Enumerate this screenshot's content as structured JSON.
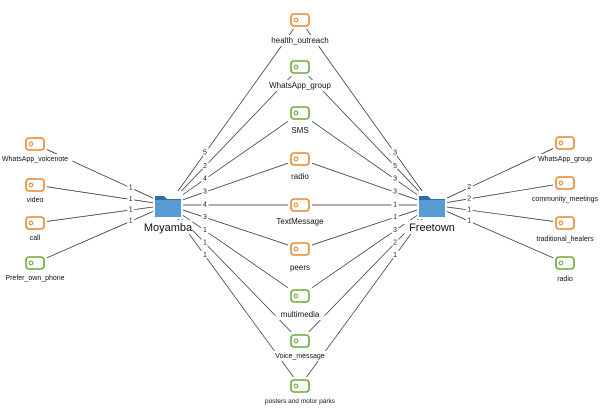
{
  "colors": {
    "orange": "#e8872c",
    "green": "#6aaa3a",
    "folder": "#5b9bd5",
    "folder_dark": "#2f6ea8",
    "edge": "#2b2b2b"
  },
  "sites": [
    {
      "id": "moyamba",
      "label": "Moyamba",
      "icon": "folder-icon"
    },
    {
      "id": "freetown",
      "label": "Freetown",
      "icon": "folder-icon"
    }
  ],
  "codes": [
    {
      "id": "health_outreach",
      "label": "health_outreach",
      "color": "orange",
      "icon": "tag-icon"
    },
    {
      "id": "whatsapp_group_c",
      "label": "WhatsApp_group",
      "color": "green",
      "icon": "tag-icon"
    },
    {
      "id": "sms",
      "label": "SMS",
      "color": "green",
      "icon": "tag-icon"
    },
    {
      "id": "radio_c",
      "label": "radio",
      "color": "orange",
      "icon": "tag-icon"
    },
    {
      "id": "textmessage",
      "label": "TextMessage",
      "color": "orange",
      "icon": "tag-icon"
    },
    {
      "id": "peers",
      "label": "peers",
      "color": "orange",
      "icon": "tag-icon"
    },
    {
      "id": "multimedia",
      "label": "multimedia",
      "color": "green",
      "icon": "tag-icon"
    },
    {
      "id": "voice_message",
      "label": "Voice_message",
      "color": "green",
      "icon": "tag-icon"
    },
    {
      "id": "posters",
      "label": "posters and motor parks",
      "color": "green",
      "icon": "tag-icon"
    },
    {
      "id": "whatsapp_voicenote",
      "label": "WhatsApp_voicenote",
      "color": "orange",
      "icon": "tag-icon"
    },
    {
      "id": "video",
      "label": "video",
      "color": "orange",
      "icon": "tag-icon"
    },
    {
      "id": "call",
      "label": "call",
      "color": "orange",
      "icon": "tag-icon"
    },
    {
      "id": "prefer_own_phone",
      "label": "Prefer_own_phone",
      "color": "green",
      "icon": "tag-icon"
    },
    {
      "id": "whatsapp_group_r",
      "label": "WhatsApp_group",
      "color": "orange",
      "icon": "tag-icon"
    },
    {
      "id": "community_meetings",
      "label": "community_meetings",
      "color": "orange",
      "icon": "tag-icon"
    },
    {
      "id": "traditional_healers",
      "label": "traditional_healers",
      "color": "orange",
      "icon": "tag-icon"
    },
    {
      "id": "radio_r",
      "label": "radio",
      "color": "green",
      "icon": "tag-icon"
    }
  ],
  "edges": [
    {
      "site": "moyamba",
      "code": "health_outreach",
      "weight": "5"
    },
    {
      "site": "moyamba",
      "code": "whatsapp_group_c",
      "weight": "2"
    },
    {
      "site": "moyamba",
      "code": "sms",
      "weight": "4"
    },
    {
      "site": "moyamba",
      "code": "radio_c",
      "weight": "3"
    },
    {
      "site": "moyamba",
      "code": "textmessage",
      "weight": "4"
    },
    {
      "site": "moyamba",
      "code": "peers",
      "weight": "3"
    },
    {
      "site": "moyamba",
      "code": "multimedia",
      "weight": "1"
    },
    {
      "site": "moyamba",
      "code": "voice_message",
      "weight": "1"
    },
    {
      "site": "moyamba",
      "code": "posters",
      "weight": "1"
    },
    {
      "site": "moyamba",
      "code": "whatsapp_voicenote",
      "weight": "1"
    },
    {
      "site": "moyamba",
      "code": "video",
      "weight": "1"
    },
    {
      "site": "moyamba",
      "code": "call",
      "weight": "1"
    },
    {
      "site": "moyamba",
      "code": "prefer_own_phone",
      "weight": "1"
    },
    {
      "site": "freetown",
      "code": "health_outreach",
      "weight": "3"
    },
    {
      "site": "freetown",
      "code": "whatsapp_group_c",
      "weight": "5"
    },
    {
      "site": "freetown",
      "code": "sms",
      "weight": "3"
    },
    {
      "site": "freetown",
      "code": "radio_c",
      "weight": "3"
    },
    {
      "site": "freetown",
      "code": "textmessage",
      "weight": "1"
    },
    {
      "site": "freetown",
      "code": "peers",
      "weight": "1"
    },
    {
      "site": "freetown",
      "code": "multimedia",
      "weight": "3"
    },
    {
      "site": "freetown",
      "code": "voice_message",
      "weight": "2"
    },
    {
      "site": "freetown",
      "code": "posters",
      "weight": "1"
    },
    {
      "site": "freetown",
      "code": "whatsapp_group_r",
      "weight": "2"
    },
    {
      "site": "freetown",
      "code": "community_meetings",
      "weight": "2"
    },
    {
      "site": "freetown",
      "code": "traditional_healers",
      "weight": "1"
    },
    {
      "site": "freetown",
      "code": "radio_r",
      "weight": "1"
    }
  ]
}
